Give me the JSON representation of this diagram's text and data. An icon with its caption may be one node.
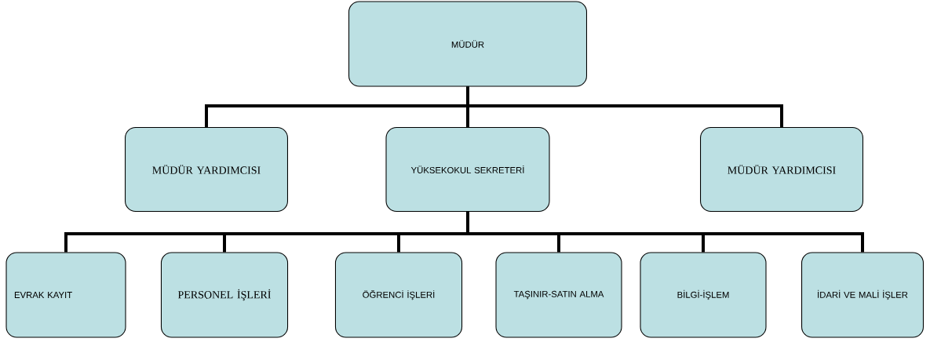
{
  "diagram": {
    "nodes": [
      {
        "text": [
          "MÜDÜR"
        ]
      },
      {
        "text": [
          "MÜDÜR YARDIMCISI"
        ]
      },
      {
        "text": [
          "YÜKSEKOKUL SEKRETERİ"
        ]
      },
      {
        "text": [
          "MÜDÜR YARDIMCISI"
        ]
      },
      {
        "text": [
          "EVRAK KAYIT"
        ]
      },
      {
        "text": [
          "PERSONEL İŞLERİ"
        ]
      },
      {
        "text": [
          "ÖĞRENCİ İŞLERİ"
        ]
      },
      {
        "text": [
          "TAŞINIR-SATIN ALMA"
        ]
      },
      {
        "text": [
          "BİLGİ-İŞLEM"
        ]
      },
      {
        "text": [
          "İDARİ VE MALİ İŞLER"
        ]
      }
    ],
    "edges": [
      {
        "from": 0,
        "to": 1,
        "arrow": "none"
      },
      {
        "from": 0,
        "to": 2,
        "arrow": "none"
      },
      {
        "from": 0,
        "to": 3,
        "arrow": "none"
      },
      {
        "from": 2,
        "to": 4,
        "arrow": "none"
      },
      {
        "from": 2,
        "to": 5,
        "arrow": "none"
      },
      {
        "from": 2,
        "to": 6,
        "arrow": "none"
      },
      {
        "from": 2,
        "to": 7,
        "arrow": "none"
      },
      {
        "from": 2,
        "to": 8,
        "arrow": "none"
      },
      {
        "from": 2,
        "to": 9,
        "arrow": "none"
      }
    ]
  }
}
